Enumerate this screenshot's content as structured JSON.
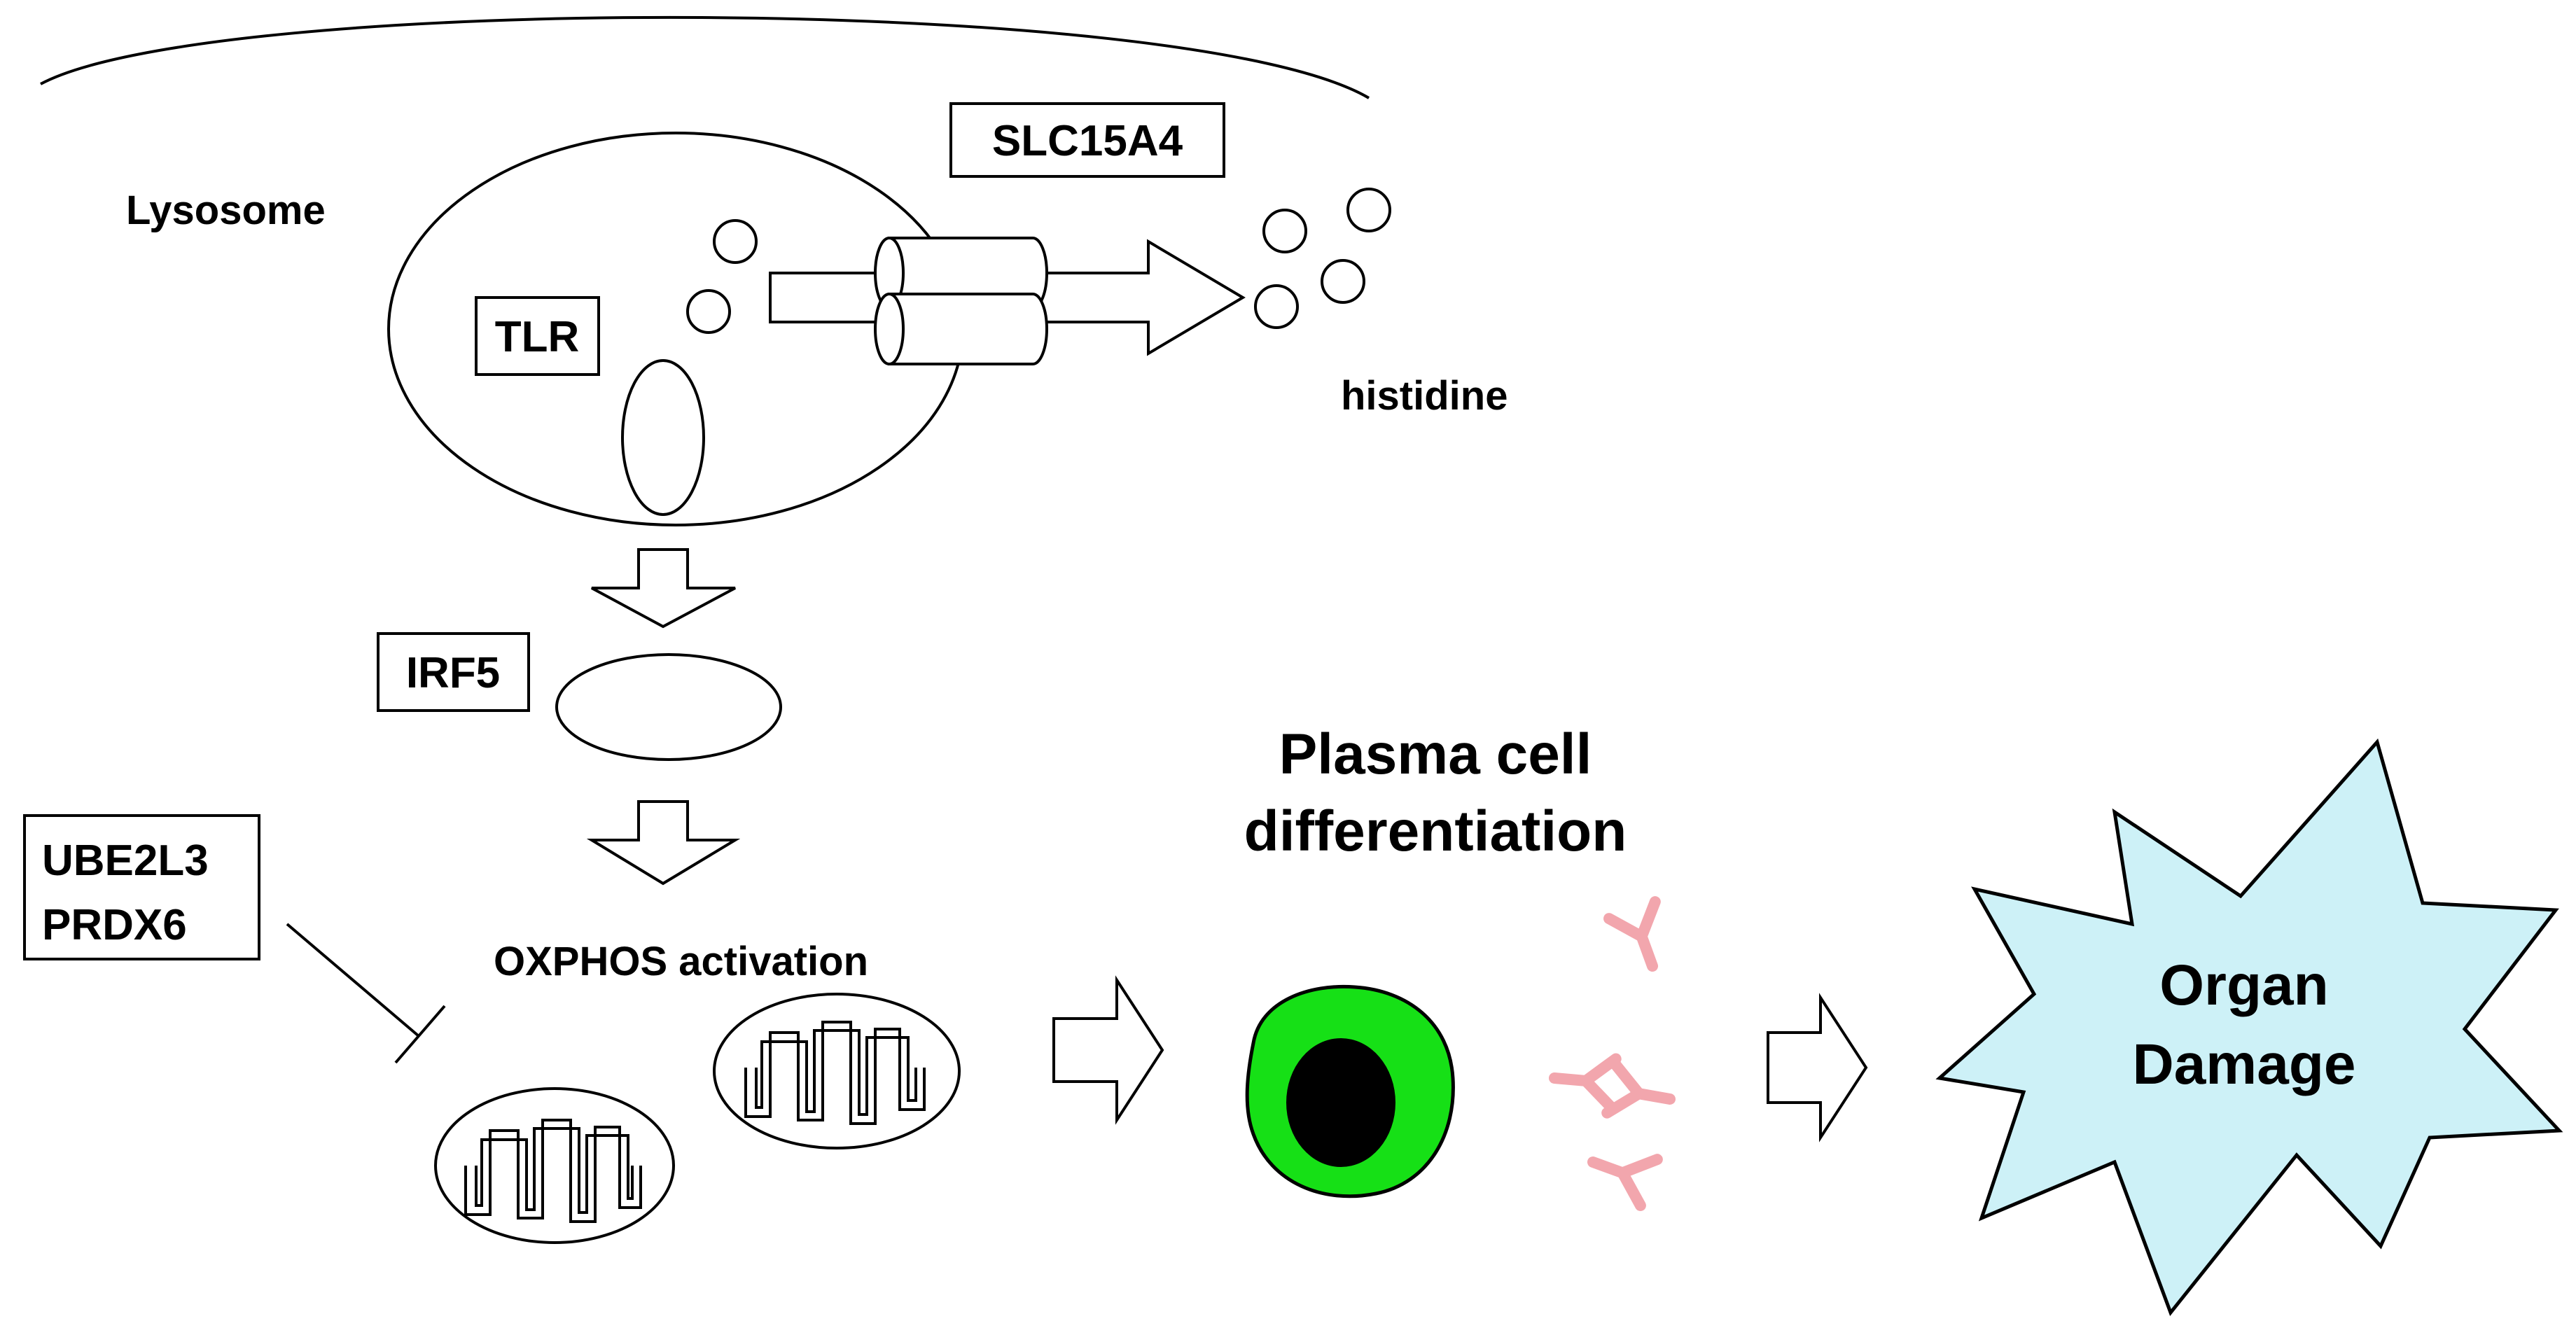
{
  "labels": {
    "lysosome": "Lysosome",
    "slc15a4": "SLC15A4",
    "tlr": "TLR",
    "histidine": "histidine",
    "irf5": "IRF5",
    "inhibitor_line1": "UBE2L3",
    "inhibitor_line2": "PRDX6",
    "oxphos": "OXPHOS activation",
    "plasma_line1": "Plasma cell",
    "plasma_line2": "differentiation",
    "organ_line1": "Organ",
    "organ_line2": "Damage"
  },
  "colors": {
    "plasma_cell": "#16e016",
    "nucleus": "#000000",
    "antibody": "#f2a6ad",
    "burst": "#cdf1f7"
  }
}
